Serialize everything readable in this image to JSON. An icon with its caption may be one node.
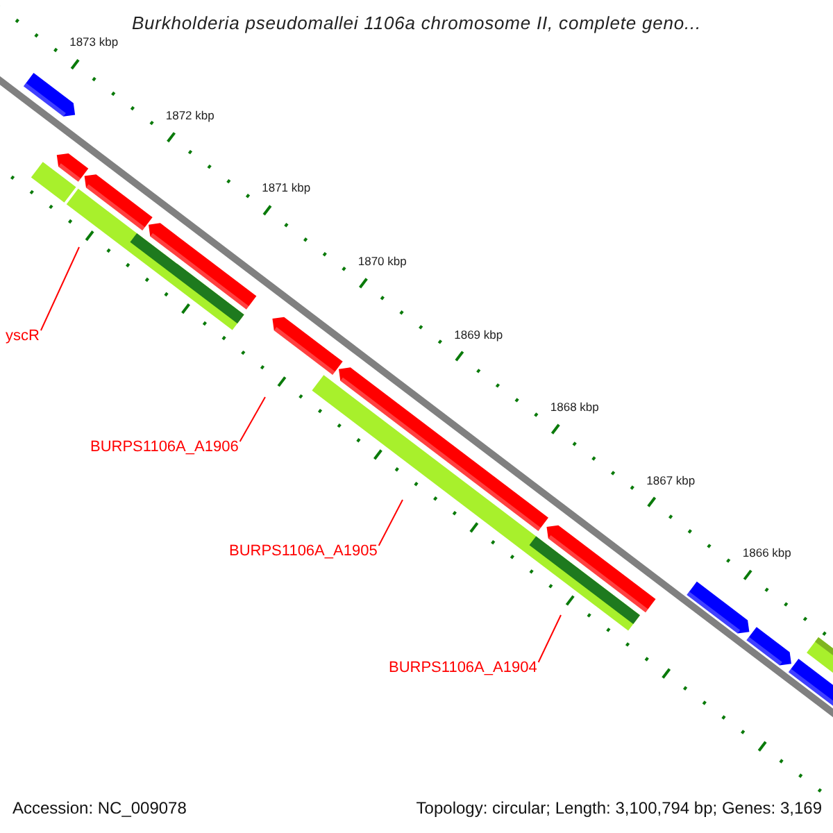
{
  "diagram": {
    "title": "Burkholderia pseudomallei 1106a chromosome II, complete geno...",
    "nodes": [
      {
        "text": [
          "yscR"
        ]
      },
      {
        "text": [
          "BURPS1106A_A1906"
        ]
      },
      {
        "text": [
          "BURPS1106A_A1905"
        ]
      },
      {
        "text": [
          "BURPS1106A_A1904"
        ]
      }
    ],
    "edges": [
      {
        "from": 0,
        "to": null,
        "arrow": "none"
      },
      {
        "from": 1,
        "to": null,
        "arrow": "none"
      },
      {
        "from": 2,
        "to": null,
        "arrow": "none"
      },
      {
        "from": 3,
        "to": null,
        "arrow": "none"
      }
    ],
    "labels": [
      "1873 kbp",
      "1872 kbp",
      "1871 kbp",
      "1870 kbp",
      "1869 kbp",
      "1868 kbp",
      "1867 kbp",
      "1866 kbp",
      "Accession: NC_009078",
      "Topology: circular; Length: 3,100,794 bp; Genes: 3,169"
    ]
  }
}
